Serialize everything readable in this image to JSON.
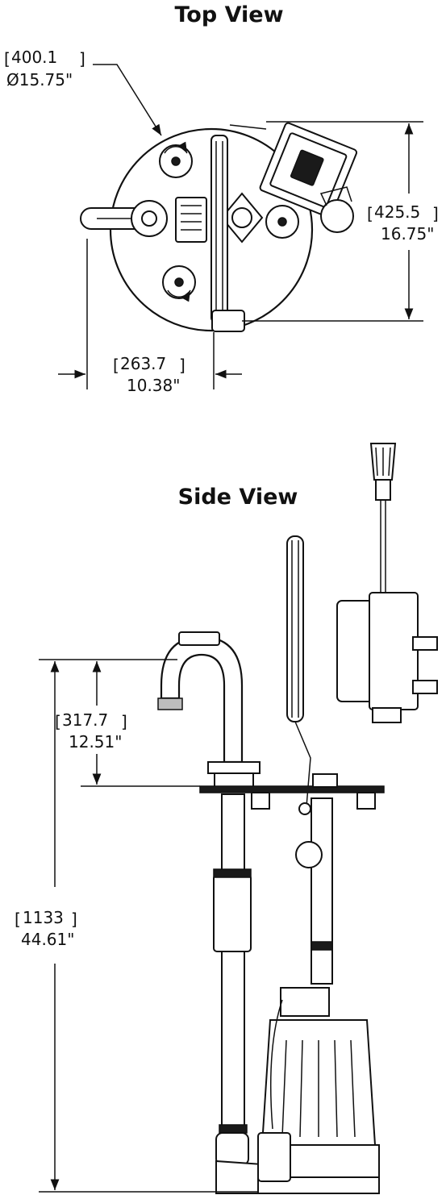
{
  "views": {
    "top_title": "Top View",
    "side_title": "Side View"
  },
  "dimensions": {
    "top_diameter": {
      "metric": "400.1",
      "imperial": "Ø15.75\""
    },
    "top_height": {
      "metric": "425.5",
      "imperial": "16.75\""
    },
    "top_width": {
      "metric": "263.7",
      "imperial": "10.38\""
    },
    "side_upper": {
      "metric": "317.7",
      "imperial": "12.51\""
    },
    "side_total": {
      "metric": "1133",
      "imperial": "44.61\""
    }
  }
}
